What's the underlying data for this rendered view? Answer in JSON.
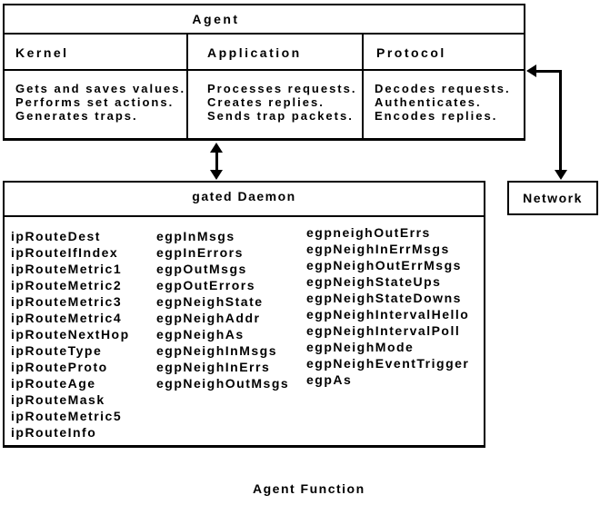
{
  "colors": {
    "line": "#000000",
    "background": "#ffffff"
  },
  "agent_box": {
    "title": "Agent",
    "columns": [
      {
        "header": "Kernel",
        "lines": [
          "Gets and saves values.",
          "Performs set actions.",
          "Generates traps."
        ]
      },
      {
        "header": "Application",
        "lines": [
          "Processes requests.",
          "Creates replies.",
          "Sends trap packets."
        ]
      },
      {
        "header": "Protocol",
        "lines": [
          "Decodes requests.",
          "Authenticates.",
          "Encodes replies."
        ]
      }
    ]
  },
  "daemon_box": {
    "title": "gated Daemon",
    "columns": [
      {
        "items": [
          "ipRouteDest",
          "ipRouteIfIndex",
          "ipRouteMetric1",
          "ipRouteMetric2",
          "ipRouteMetric3",
          "ipRouteMetric4",
          "ipRouteNextHop",
          "ipRouteType",
          "ipRouteProto",
          "ipRouteAge",
          "ipRouteMask",
          "ipRouteMetric5",
          "ipRouteInfo"
        ]
      },
      {
        "items": [
          "egpInMsgs",
          "egpInErrors",
          "egpOutMsgs",
          "egpOutErrors",
          "egpNeighState",
          "egpNeighAddr",
          "egpNeighAs",
          "egpNeighInMsgs",
          "egpNeighInErrs",
          "egpNeighOutMsgs"
        ]
      },
      {
        "items": [
          "egpneighOutErrs",
          "egpNeighInErrMsgs",
          "egpNeighOutErrMsgs",
          "egpNeighStateUps",
          "egpNeighStateDowns",
          "egpNeighIntervalHello",
          "egpNeighIntervalPoll",
          "egpNeighMode",
          "egpNeighEventTrigger",
          "egpAs"
        ]
      }
    ]
  },
  "network_box": {
    "label": "Network"
  },
  "caption": "Agent Function"
}
